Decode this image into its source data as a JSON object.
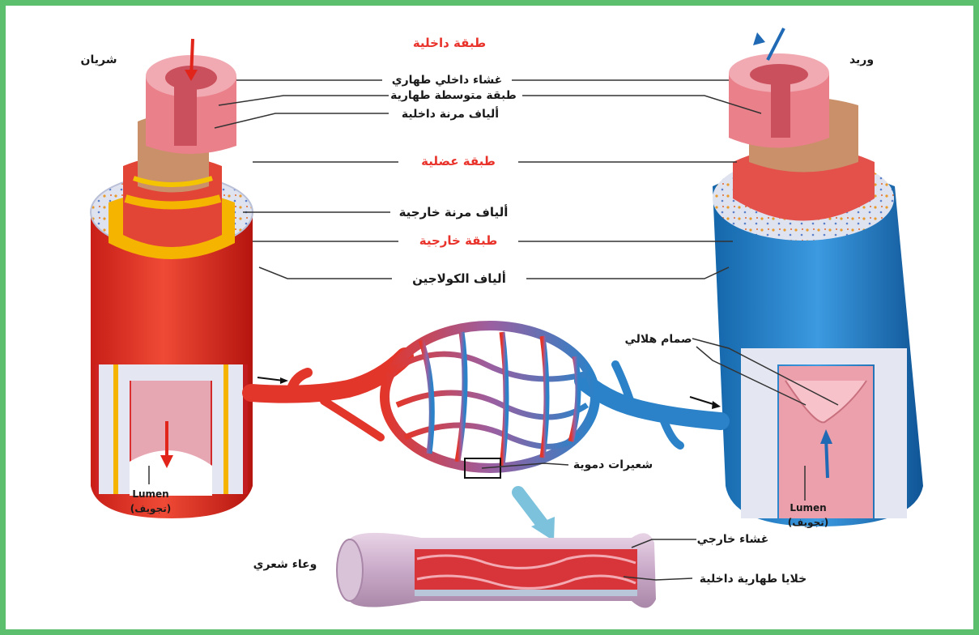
{
  "colors": {
    "border": "#5cbf6e",
    "artery": "#e2362b",
    "vein": "#1f7cc4",
    "title_red": "#e8322a",
    "label_dark": "#1a1a1a",
    "leader": "#333333"
  },
  "labels": {
    "artery": "شريان",
    "vein": "وريد",
    "tunica_intima": "طبقة داخلية",
    "endothelium": "غشاء داخلي طهاري",
    "subendothelial": "طبقة متوسطة طهارية",
    "internal_elastic": "ألياف مرنة داخلية",
    "tunica_media": "طبقة عضلية",
    "external_elastic": "ألياف مرنة خارجية",
    "tunica_externa": "طبقة خارجية",
    "collagen": "ألياف الكولاجين",
    "valve": "صمام هلالي",
    "capillaries": "شعيرات دموية",
    "lumen_left_en": "Lumen",
    "lumen_left_ar": "(تجويف)",
    "lumen_right_en": "Lumen",
    "lumen_right_ar": "(تجويف)",
    "basement_membrane": "غشاء خارجي",
    "capillary_wall": "وعاء شعري",
    "endothelial_cells": "خلايا طهارية داخلية"
  }
}
